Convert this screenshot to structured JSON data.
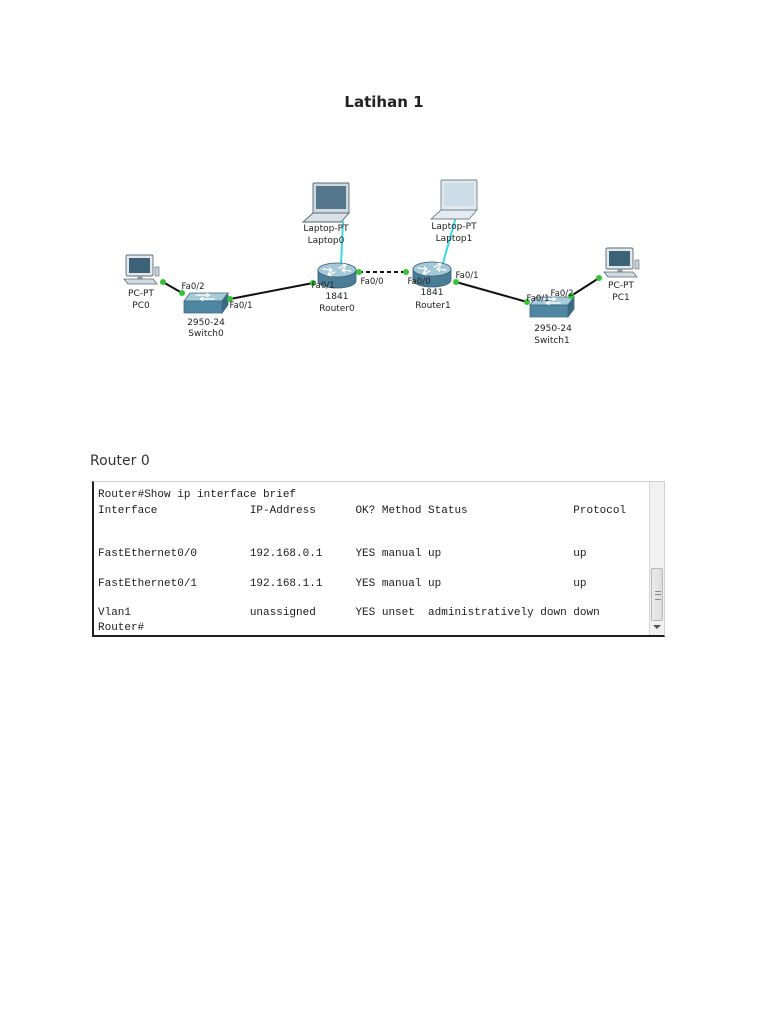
{
  "document": {
    "title": "Latihan 1",
    "section_heading": "Router 0"
  },
  "topology": {
    "devices": {
      "pc0": {
        "icon": "pc-icon",
        "type_label": "PC-PT",
        "name": "PC0"
      },
      "switch0": {
        "icon": "switch-icon",
        "model": "2950-24",
        "name": "Switch0"
      },
      "router0": {
        "icon": "router-icon",
        "model": "1841",
        "name": "Router0"
      },
      "laptop0": {
        "icon": "laptop-icon",
        "type_label": "Laptop-PT",
        "name": "Laptop0"
      },
      "laptop1": {
        "icon": "laptop-icon",
        "type_label": "Laptop-PT",
        "name": "Laptop1"
      },
      "router1": {
        "icon": "router-icon",
        "model": "1841",
        "name": "Router1"
      },
      "switch1": {
        "icon": "switch-icon",
        "model": "2950-24",
        "name": "Switch1"
      },
      "pc1": {
        "icon": "pc-icon",
        "type_label": "PC-PT",
        "name": "PC1"
      }
    },
    "port_labels": {
      "switch0_link_to_pc0": "Fa0/2",
      "switch0_link_to_router0": "Fa0/1",
      "router0_link_to_switch0": "Fa0/1",
      "router0_link_to_router1": "Fa0/0",
      "router1_link_to_router0": "Fa0/0",
      "router1_link_to_switch1": "Fa0/1",
      "switch1_link_to_router1": "Fa0/1",
      "switch1_link_to_pc1": "Fa0/2"
    },
    "colors": {
      "copper_cable": "#111111",
      "console_cable": "#3cd7e8",
      "link_up_indicator": "#35c435"
    }
  },
  "terminal": {
    "command_line": "Router#Show ip interface brief",
    "columns": {
      "interface": "Interface",
      "ip_address": "IP-Address",
      "ok": "OK?",
      "method": "Method",
      "status": "Status",
      "protocol": "Protocol"
    },
    "rows": [
      {
        "interface": "FastEthernet0/0",
        "ip_address": "192.168.0.1",
        "ok": "YES",
        "method": "manual",
        "status": "up",
        "protocol": "up"
      },
      {
        "interface": "FastEthernet0/1",
        "ip_address": "192.168.1.1",
        "ok": "YES",
        "method": "manual",
        "status": "up",
        "protocol": "up"
      },
      {
        "interface": "Vlan1",
        "ip_address": "unassigned",
        "ok": "YES",
        "method": "unset",
        "status": "administratively down",
        "protocol": "down"
      }
    ],
    "prompt": "Router#"
  }
}
